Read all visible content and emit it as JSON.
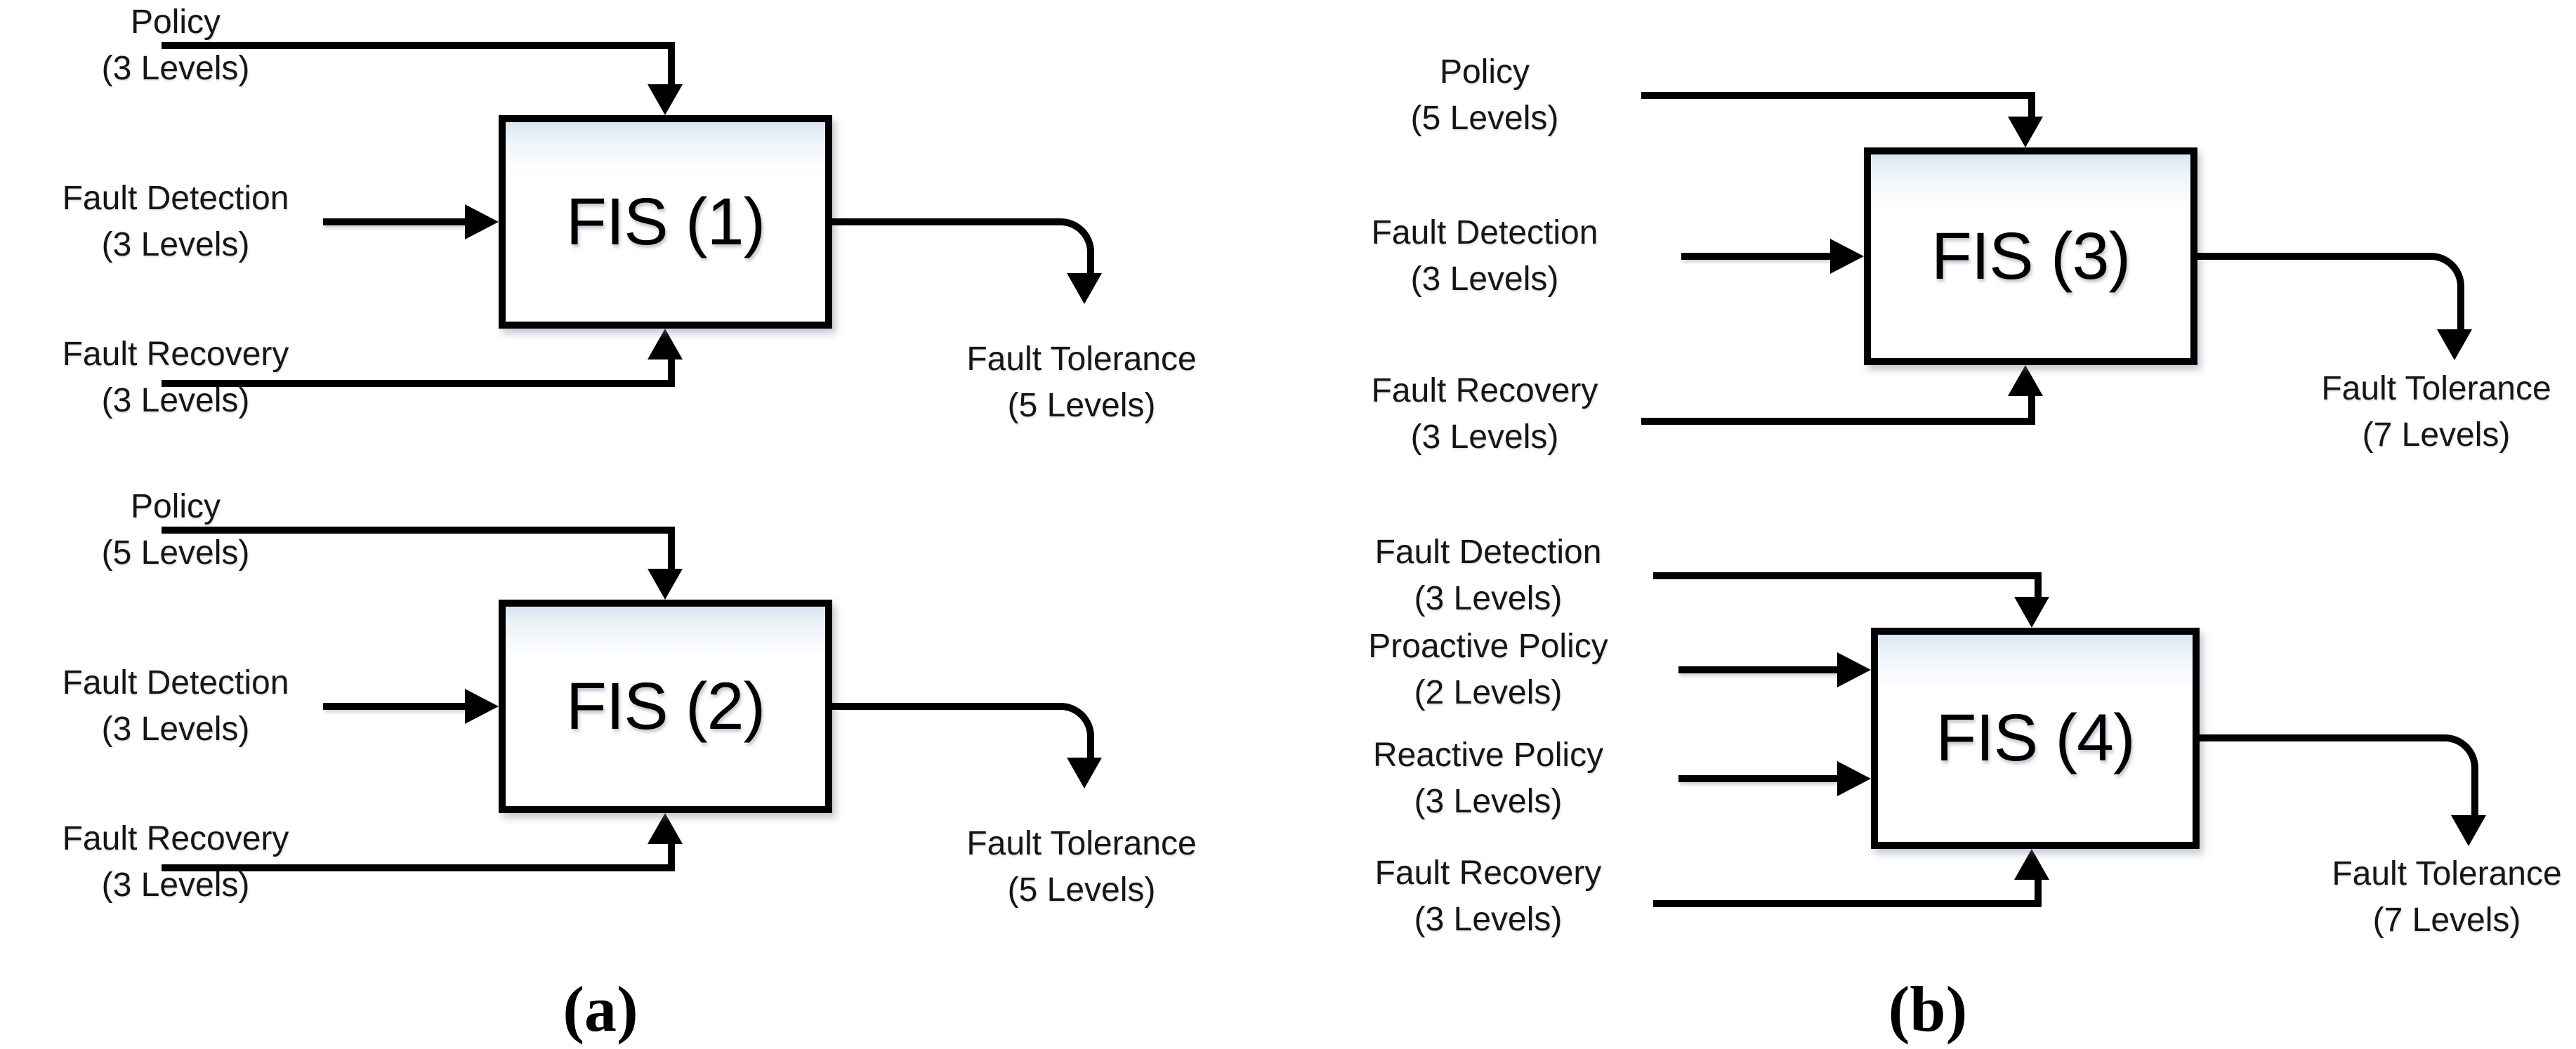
{
  "figure": {
    "colors": {
      "line": "#000000",
      "box_border": "#000000",
      "box_fill": "#ffffff",
      "box_tint_top": "#d9e5f2",
      "text": "#161616"
    },
    "panels": [
      {
        "caption": "(a)",
        "diagrams": [
          {
            "title": "FIS (1)",
            "inputs": [
              {
                "name": "Policy",
                "levels": "(3 Levels)"
              },
              {
                "name": "Fault Detection",
                "levels": "(3 Levels)"
              },
              {
                "name": "Fault Recovery",
                "levels": "(3 Levels)"
              }
            ],
            "output": {
              "name": "Fault Tolerance",
              "levels": "(5 Levels)"
            }
          },
          {
            "title": "FIS (2)",
            "inputs": [
              {
                "name": "Policy",
                "levels": "(5 Levels)"
              },
              {
                "name": "Fault Detection",
                "levels": "(3 Levels)"
              },
              {
                "name": "Fault Recovery",
                "levels": "(3 Levels)"
              }
            ],
            "output": {
              "name": "Fault Tolerance",
              "levels": "(5 Levels)"
            }
          }
        ]
      },
      {
        "caption": "(b)",
        "diagrams": [
          {
            "title": "FIS (3)",
            "inputs": [
              {
                "name": "Policy",
                "levels": "(5 Levels)"
              },
              {
                "name": "Fault Detection",
                "levels": "(3 Levels)"
              },
              {
                "name": "Fault Recovery",
                "levels": "(3 Levels)"
              }
            ],
            "output": {
              "name": "Fault Tolerance",
              "levels": "(7 Levels)"
            }
          },
          {
            "title": "FIS (4)",
            "inputs": [
              {
                "name": "Fault Detection",
                "levels": "(3 Levels)"
              },
              {
                "name": "Proactive Policy",
                "levels": "(2 Levels)"
              },
              {
                "name": "Reactive Policy",
                "levels": "(3 Levels)"
              },
              {
                "name": "Fault Recovery",
                "levels": "(3 Levels)"
              }
            ],
            "output": {
              "name": "Fault Tolerance",
              "levels": "(7 Levels)"
            }
          }
        ]
      }
    ]
  }
}
